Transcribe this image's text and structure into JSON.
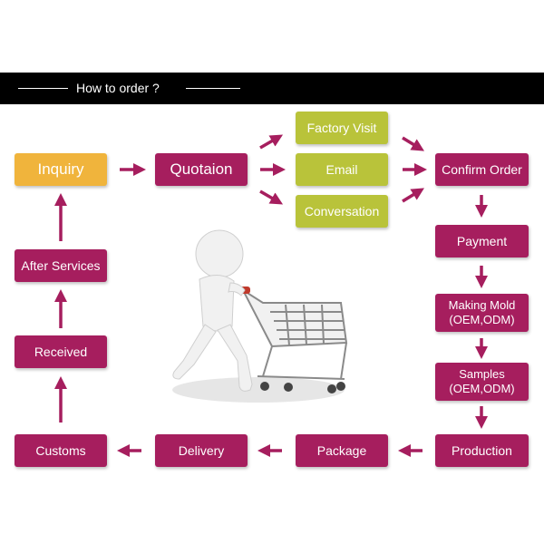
{
  "header": {
    "title": "How to order ?"
  },
  "colors": {
    "primary": "#a61e5e",
    "secondary": "#b9c33a",
    "highlight": "#f0b43c",
    "arrow": "#a61e5e"
  },
  "steps": {
    "inquiry": "Inquiry",
    "quotation": "Quotaion",
    "factory_visit": "Factory Visit",
    "email": "Email",
    "conversation": "Conversation",
    "confirm_order": "Confirm Order",
    "payment": "Payment",
    "making_mold": "Making Mold\n(OEM,ODM)",
    "samples": "Samples\n(OEM,ODM)",
    "production": "Production",
    "package": "Package",
    "delivery": "Delivery",
    "customs": "Customs",
    "received": "Received",
    "after_services": "After Services"
  },
  "illustration": {
    "subject": "figure-pushing-shopping-cart"
  }
}
